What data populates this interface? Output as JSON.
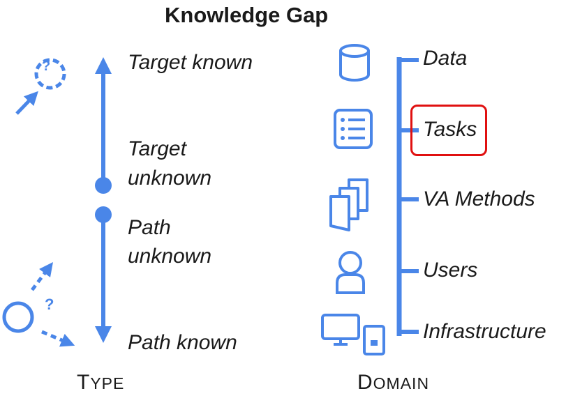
{
  "title": "Knowledge Gap",
  "type_axis": {
    "caption_initial": "T",
    "caption_rest": "YPE",
    "labels": {
      "target_known": "Target known",
      "target_unknown_1": "Target",
      "target_unknown_2": "unknown",
      "path_unknown_1": "Path",
      "path_unknown_2": "unknown",
      "path_known": "Path known"
    },
    "glyph_question": "?"
  },
  "domain_axis": {
    "caption_initial": "D",
    "caption_rest": "OMAIN",
    "items": [
      "Data",
      "Tasks",
      "VA Methods",
      "Users",
      "Infrastructure"
    ],
    "highlighted_item": "Tasks"
  },
  "colors": {
    "accent": "#4a86e8",
    "highlight": "#e01010",
    "text": "#1a1a1a"
  },
  "icons": [
    "database-icon",
    "list-icon",
    "documents-icon",
    "user-icon",
    "devices-icon"
  ]
}
